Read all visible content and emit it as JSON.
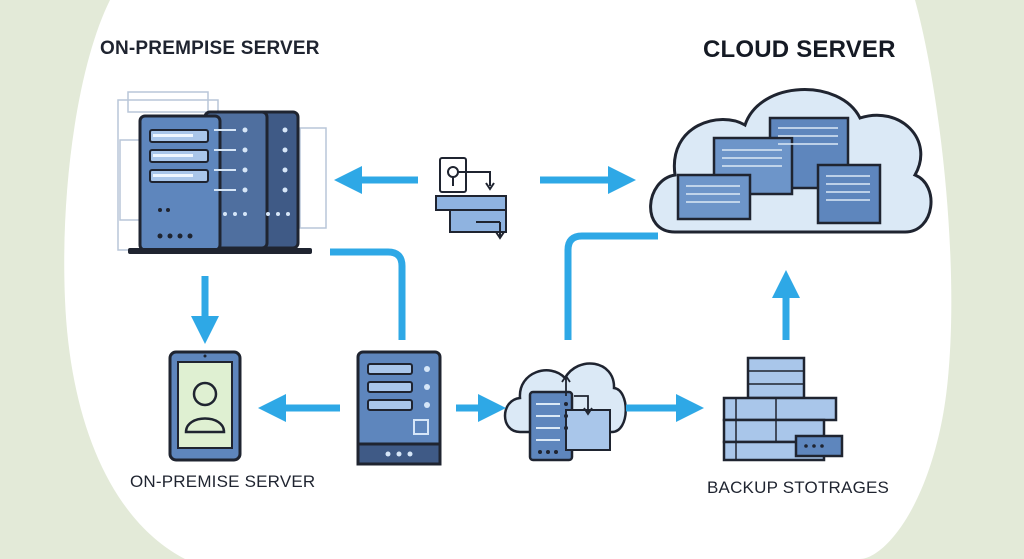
{
  "labels": {
    "on_premise_top": "ON-PREMPISE SERVER",
    "cloud_server": "CLOUD SERVER",
    "on_premise_bottom": "ON-PREMISE SERVER",
    "backup": "BACKUP STOTRAGES"
  },
  "colors": {
    "background": "#e3ead8",
    "panel": "#ffffff",
    "arrow": "#2ea8e6",
    "device_blue": "#5e86bd",
    "device_dark": "#3f5a86",
    "light_blue": "#a9c6ea",
    "cloud_fill": "#dbe9f6",
    "outline": "#1f2430",
    "avatar_bg": "#dff0d2"
  }
}
